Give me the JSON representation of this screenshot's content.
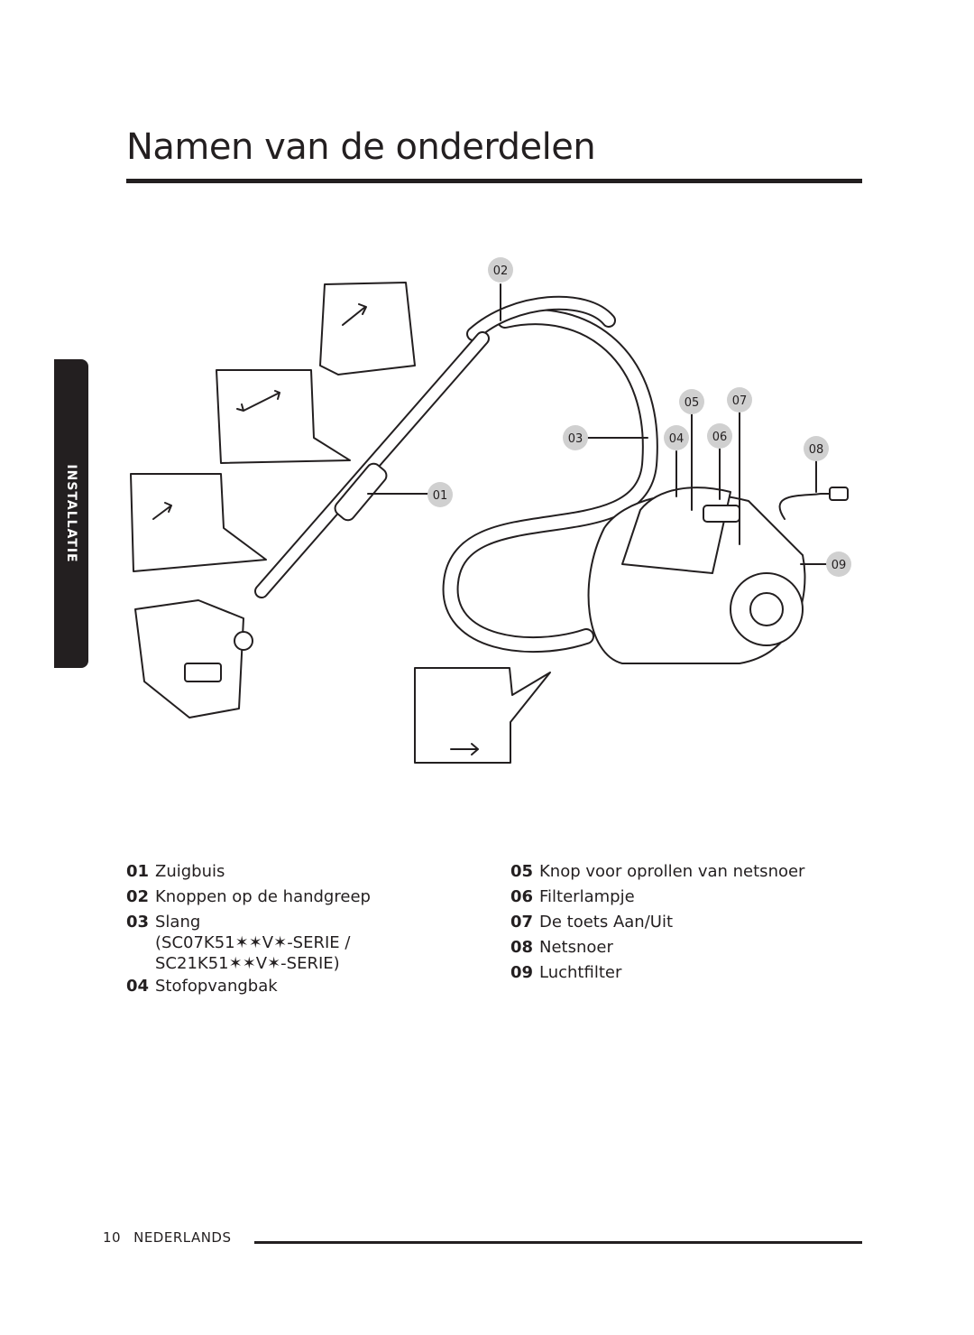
{
  "title": "Namen van de onderdelen",
  "side_tab": "INSTALLATIE",
  "callouts": [
    "01",
    "02",
    "03",
    "04",
    "05",
    "06",
    "07",
    "08",
    "09"
  ],
  "legend_left": [
    {
      "num": "01",
      "text": "Zuigbuis"
    },
    {
      "num": "02",
      "text": "Knoppen op de handgreep"
    },
    {
      "num": "03",
      "text": "Slang\n(SC07K51✶✶V✶-SERIE /\nSC21K51✶✶V✶-SERIE)"
    },
    {
      "num": "04",
      "text": "Stofopvangbak"
    }
  ],
  "legend_right": [
    {
      "num": "05",
      "text": "Knop voor oprollen van netsnoer"
    },
    {
      "num": "06",
      "text": "Filterlampje"
    },
    {
      "num": "07",
      "text": "De toets Aan/Uit"
    },
    {
      "num": "08",
      "text": "Netsnoer"
    },
    {
      "num": "09",
      "text": "Luchtfilter"
    }
  ],
  "footer": {
    "page": "10",
    "language": "NEDERLANDS"
  }
}
